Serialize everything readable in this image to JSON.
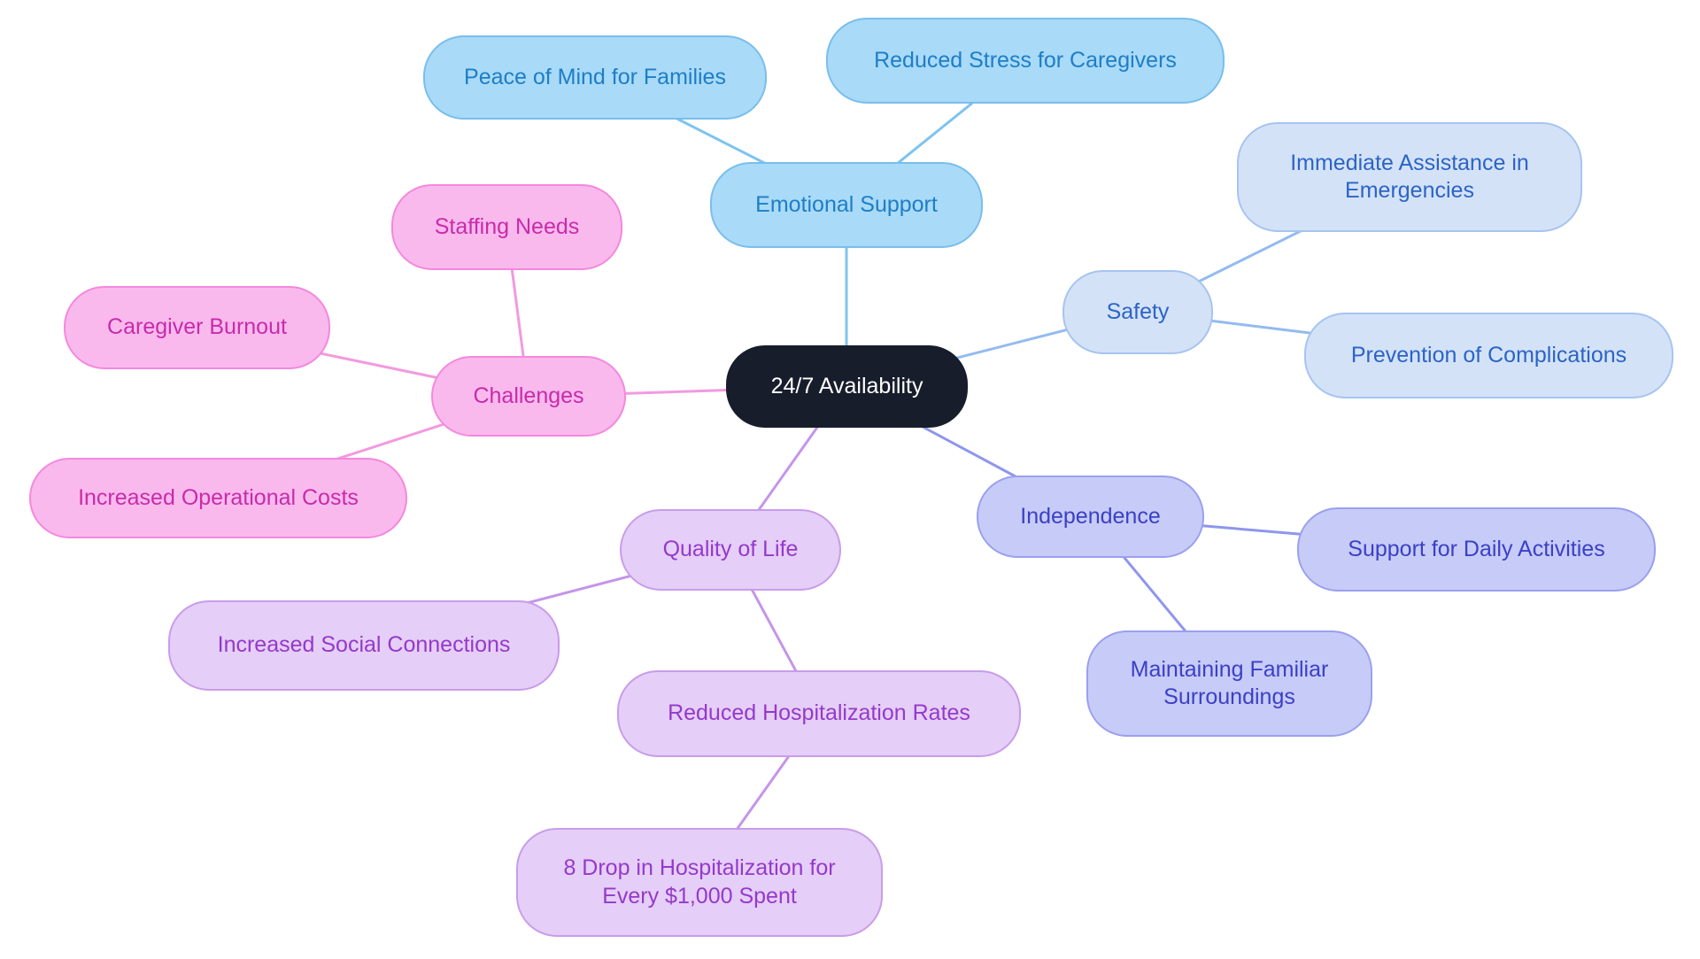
{
  "mindmap": {
    "root": {
      "label": "24/7 Availability"
    },
    "branches": [
      {
        "label": "Emotional Support",
        "children": [
          {
            "label": "Peace of Mind for Families"
          },
          {
            "label": "Reduced Stress for Caregivers"
          }
        ]
      },
      {
        "label": "Safety",
        "children": [
          {
            "label": "Immediate Assistance in Emergencies"
          },
          {
            "label": "Prevention of Complications"
          }
        ]
      },
      {
        "label": "Independence",
        "children": [
          {
            "label": "Support for Daily Activities"
          },
          {
            "label": "Maintaining Familiar Surroundings"
          }
        ]
      },
      {
        "label": "Quality of Life",
        "children": [
          {
            "label": "Increased Social Connections"
          },
          {
            "label": "Reduced Hospitalization Rates",
            "children": [
              {
                "label": "8 Drop in Hospitalization for Every $1,000 Spent"
              }
            ]
          }
        ]
      },
      {
        "label": "Challenges",
        "children": [
          {
            "label": "Staffing Needs"
          },
          {
            "label": "Caregiver Burnout"
          },
          {
            "label": "Increased Operational Costs"
          }
        ]
      }
    ],
    "colors": {
      "root": {
        "fill": "#171D2B",
        "text": "#FFFFFF"
      },
      "emotional": {
        "fill": "#A9DAF8",
        "border": "#79BEEC",
        "text": "#1D7EC6",
        "edge": "#7EC3F0"
      },
      "safety": {
        "fill": "#D4E2F7",
        "border": "#A6C4F0",
        "text": "#2B64C6",
        "edge": "#93BBEF"
      },
      "independence": {
        "fill": "#C7CBF7",
        "border": "#9AA0EE",
        "text": "#3B40C6",
        "edge": "#8F96EC"
      },
      "quality": {
        "fill": "#E5CEF7",
        "border": "#C99CEA",
        "text": "#9539CB",
        "edge": "#C495EA"
      },
      "challenges": {
        "fill": "#FAB9ED",
        "border": "#F488DE",
        "text": "#C82BAA",
        "edge": "#F29ADF"
      },
      "background": "#FFFFFF"
    }
  }
}
